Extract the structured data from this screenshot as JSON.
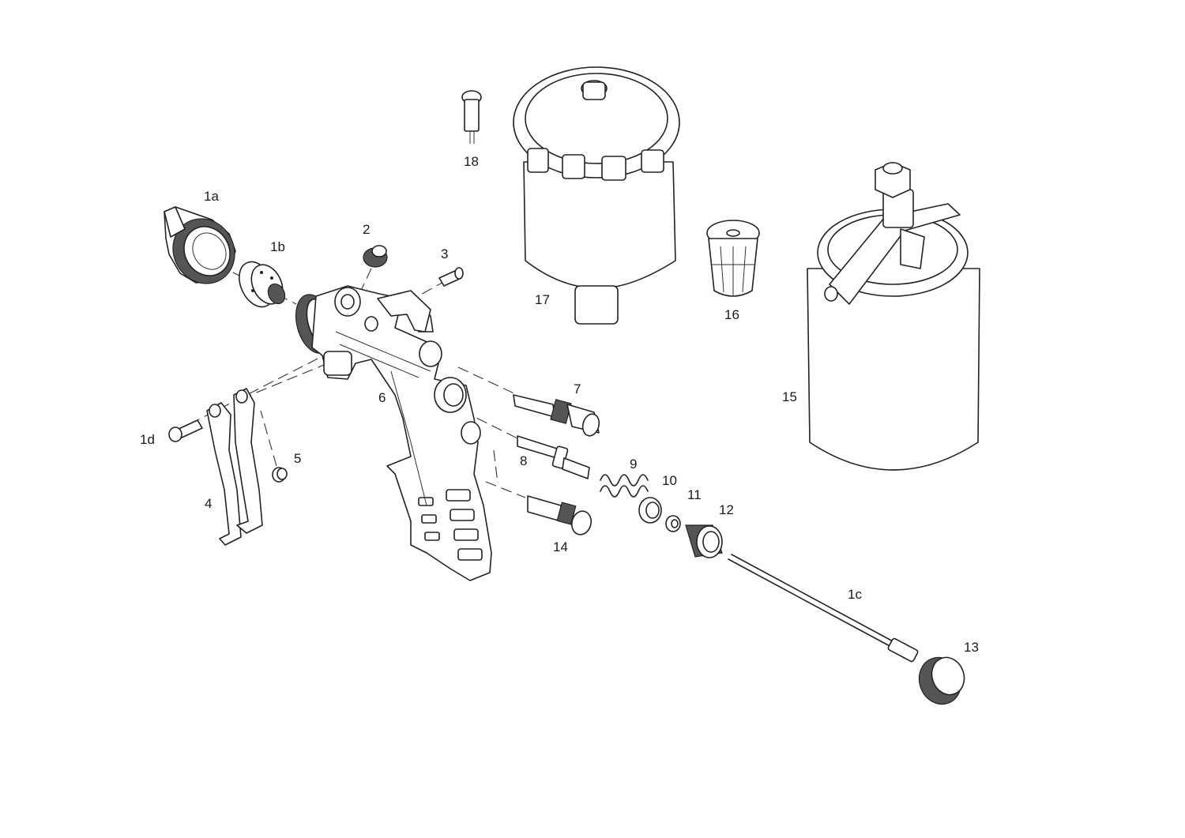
{
  "labels": {
    "p1a": "1a",
    "p1b": "1b",
    "p1c": "1c",
    "p1d": "1d",
    "p2": "2",
    "p3": "3",
    "p4": "4",
    "p5": "5",
    "p6": "6",
    "p7": "7",
    "p8": "8",
    "p9": "9",
    "p10": "10",
    "p11": "11",
    "p12": "12",
    "p13": "13",
    "p14": "14",
    "p15": "15",
    "p16": "16",
    "p17": "17",
    "p18": "18"
  },
  "icons": {
    "air-cap": "air-cap-icon",
    "fluid-nozzle": "fluid-nozzle-icon",
    "gun-body": "gun-body-icon",
    "gravity-cup": "gravity-cup-icon",
    "suction-cup": "suction-cup-icon",
    "filter": "filter-icon",
    "needle": "needle-icon",
    "trigger": "trigger-icon"
  },
  "colors": {
    "line": "#222222",
    "background": "#ffffff"
  }
}
